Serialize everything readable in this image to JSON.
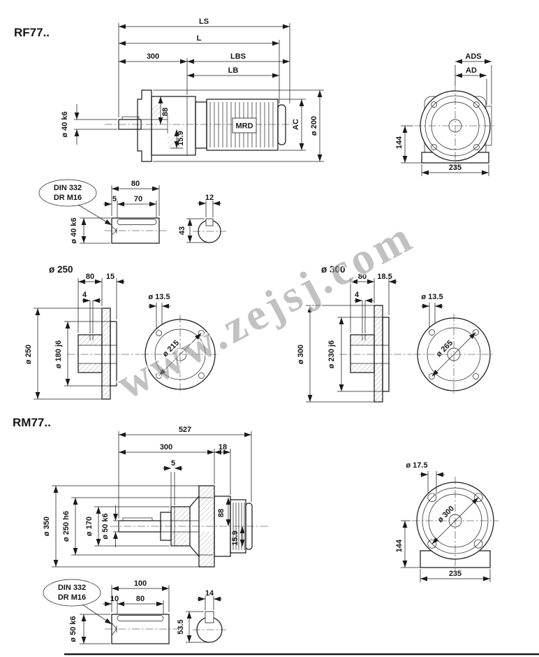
{
  "watermark": "www.zejsj.com",
  "rf77": {
    "title": "RF77..",
    "dims": {
      "ls": "LS",
      "l": "L",
      "n300": "300",
      "lbs": "LBS",
      "lb": "LB",
      "shaft": "ø 40 k6",
      "n88": "88",
      "n159": "15.9",
      "ac": "AC",
      "n200": "ø 200"
    },
    "nameplate": "MRD",
    "front": {
      "ads": "ADS",
      "ad": "AD",
      "n144": "144",
      "n235": "235"
    }
  },
  "detail40": {
    "note1": "DIN 332",
    "note2": "DR M16",
    "n80": "80",
    "n5": "5",
    "n70": "70",
    "shaft": "ø 40 k6",
    "n12": "12",
    "n43": "43"
  },
  "flange250": {
    "title": "ø 250",
    "n80": "80",
    "n15": "15",
    "n4": "4",
    "hole": "ø 13.5",
    "outer": "ø 250",
    "pilot": "ø 180 j6",
    "bc": "ø 215"
  },
  "flange300": {
    "title": "ø 300",
    "n80": "80",
    "n185": "18.5",
    "n4": "4",
    "hole": "ø 13.5",
    "outer": "ø 300",
    "pilot": "ø 230 j6",
    "bc": "ø 265"
  },
  "rm77": {
    "title": "RM77..",
    "dims": {
      "n527": "527",
      "n300": "300",
      "n18": "18",
      "n5": "5",
      "n350": "ø 350",
      "n250": "ø 250 h6",
      "n170": "ø 170",
      "n50": "ø 50 k6",
      "n88": "88",
      "n159": "15.9"
    },
    "front": {
      "hole": "ø 17.5",
      "bc": "ø 300",
      "n144": "144",
      "n235": "235"
    }
  },
  "detail50": {
    "note1": "DIN 332",
    "note2": "DR M16",
    "n100": "100",
    "n10": "10",
    "n80": "80",
    "shaft": "ø 50 k6",
    "n14": "14",
    "n535": "53.5"
  }
}
